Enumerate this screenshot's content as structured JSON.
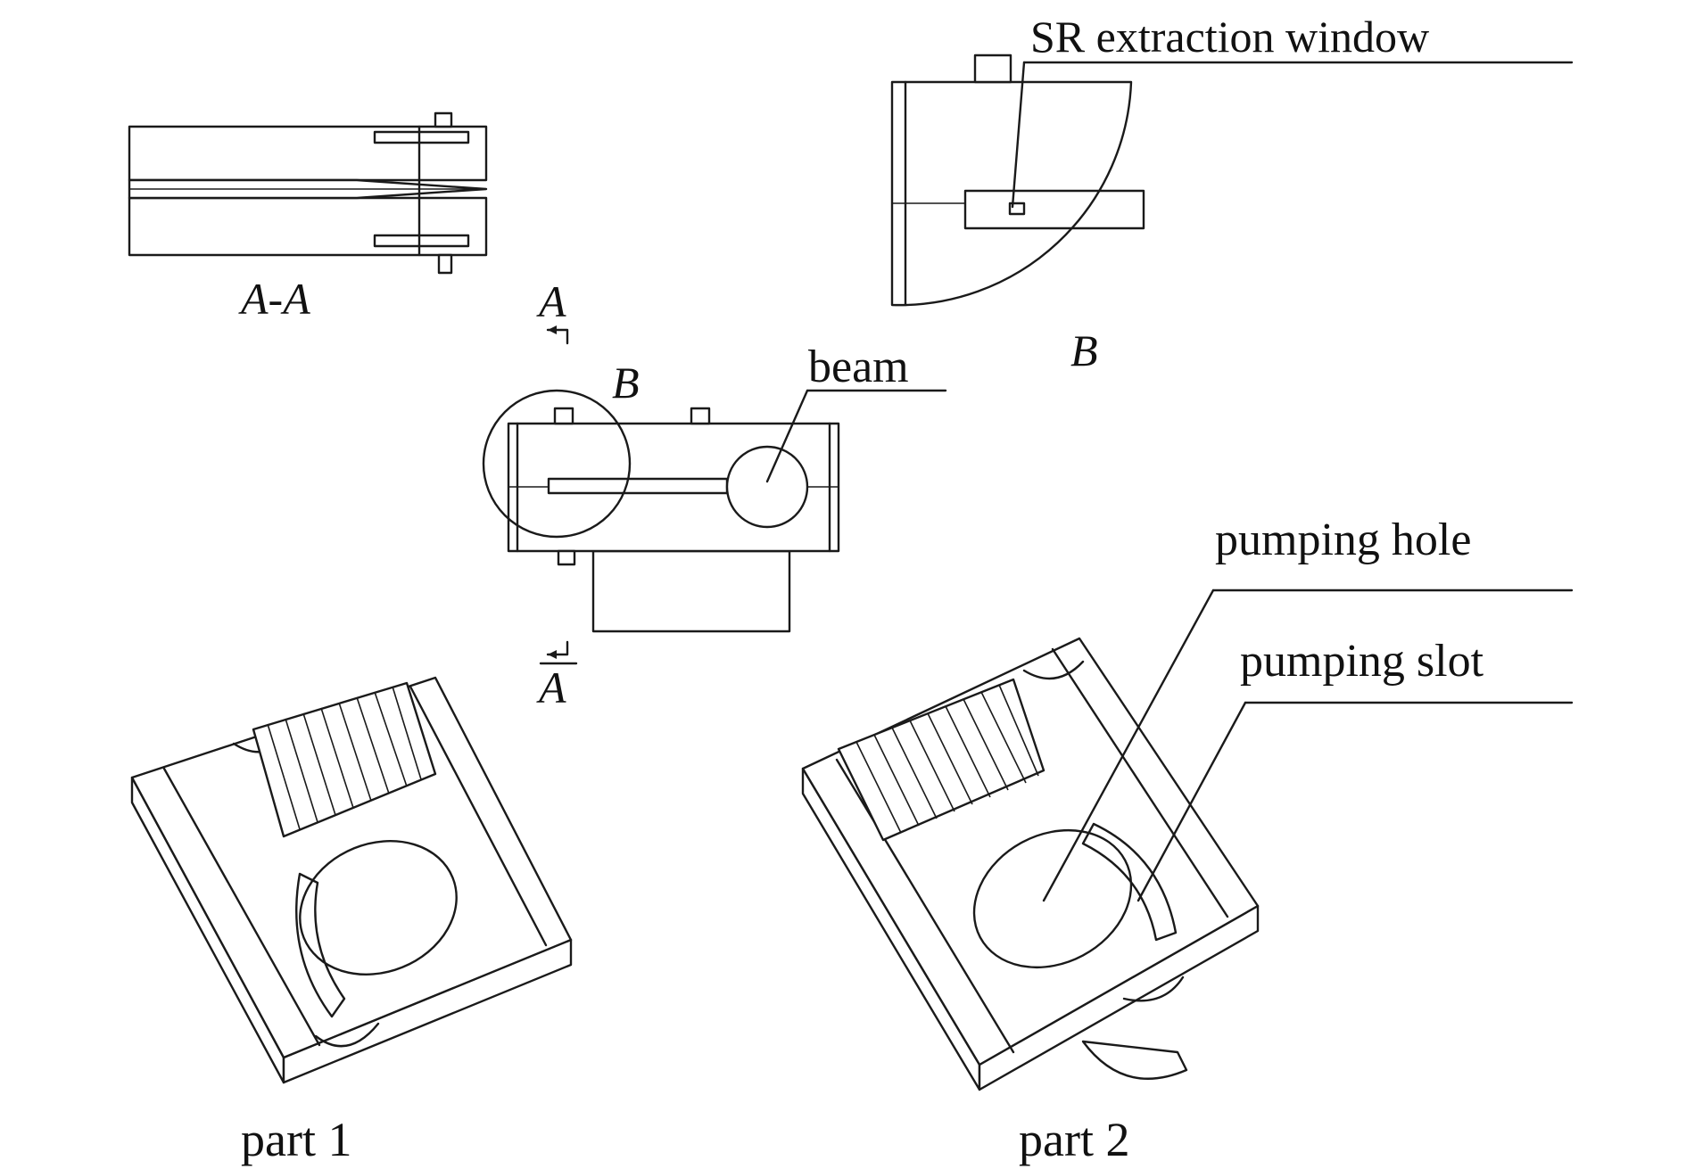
{
  "labels": {
    "section_aa": "A-A",
    "section_marker_top": "A",
    "section_marker_bottom": "A",
    "detail_b_circle": "B",
    "detail_b_view": "B",
    "beam": "beam",
    "sr_window": "SR extraction window",
    "pumping_hole": "pumping hole",
    "pumping_slot": "pumping slot",
    "part1": "part 1",
    "part2": "part 2"
  },
  "colors": {
    "line": "#1a1a1a",
    "background": "#ffffff"
  }
}
